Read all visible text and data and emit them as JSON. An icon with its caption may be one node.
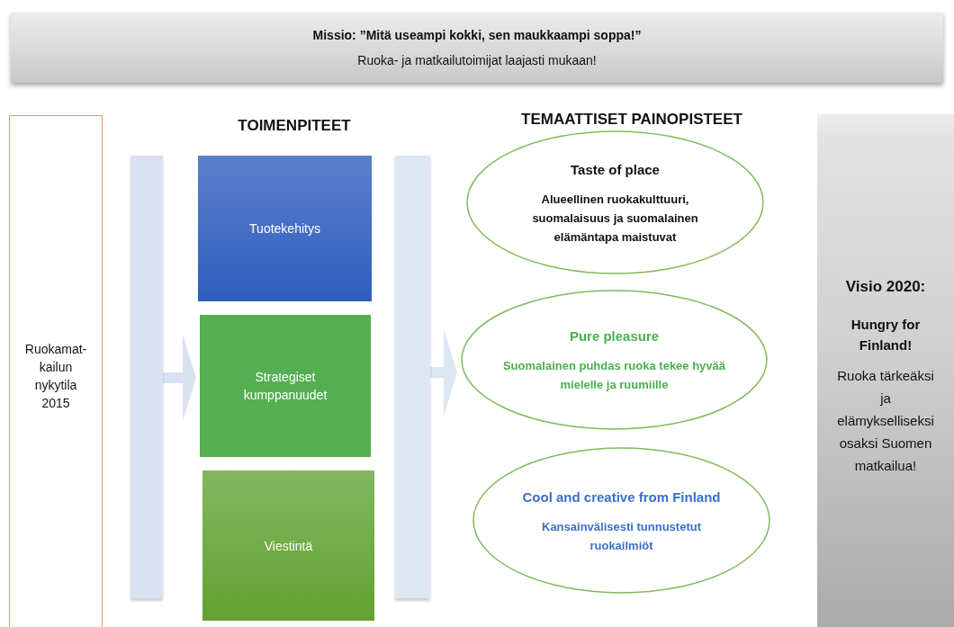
{
  "diagram": {
    "nodes": [
      {
        "text": [
          "Missio: ”Mitä useampi kokki, sen maukkaampi soppa!”",
          "Ruoka- ja matkailutoimijat laajasti mukaan!"
        ]
      },
      {
        "text": [
          "Ruokamat- kailun nykytila 2015"
        ]
      },
      {
        "text": [],
        "shape": "bar"
      },
      {
        "text": [
          "Tuotekehitys"
        ]
      },
      {
        "text": [
          "Strategiset kumppanuudet"
        ]
      },
      {
        "text": [
          "Viestintä"
        ]
      },
      {
        "text": [],
        "shape": "bar"
      },
      {
        "text": [
          "Taste of place",
          "Alueellinen ruokakulttuuri, suomalaisuus ja suomalainen elämäntapa maistuvat"
        ]
      },
      {
        "text": [
          "Pure pleasure",
          "Suomalainen puhdas ruoka tekee hyvää mielelle ja ruumiille"
        ]
      },
      {
        "text": [
          "Cool and creative from Finland",
          "Kansainvälisesti tunnustetut ruokailmiöt"
        ]
      },
      {
        "text": [
          "Visio 2020:",
          "Hungry for Finland!",
          "Ruoka tärkeäksi ja elämykselliseksi osaksi Suomen matkailua!"
        ]
      }
    ],
    "edges": [
      {
        "from": 2,
        "to": 4,
        "arrow": "to"
      },
      {
        "from": 6,
        "to": 8,
        "arrow": "to"
      }
    ],
    "labels": [
      "TOIMENPITEET",
      "TEMAATTISET PAINOPISTEET"
    ]
  }
}
